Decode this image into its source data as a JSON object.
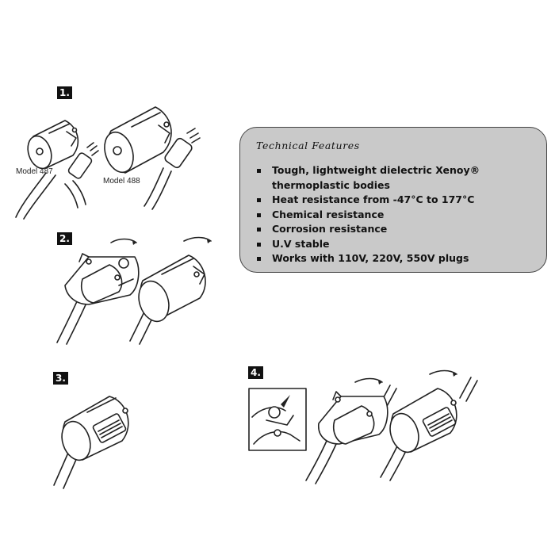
{
  "steps": [
    {
      "number": "1."
    },
    {
      "number": "2."
    },
    {
      "number": "3."
    },
    {
      "number": "4."
    }
  ],
  "models": {
    "left": "Model 487",
    "right": "Model 488"
  },
  "features": {
    "title": "Technical Features",
    "items": [
      "Tough, lightweight dielectric Xenoy® thermoplastic bodies",
      "Heat resistance from  -47°C to 177°C",
      "Chemical resistance",
      "Corrosion resistance",
      "U.V stable",
      "Works with 110V, 220V, 550V plugs"
    ]
  }
}
